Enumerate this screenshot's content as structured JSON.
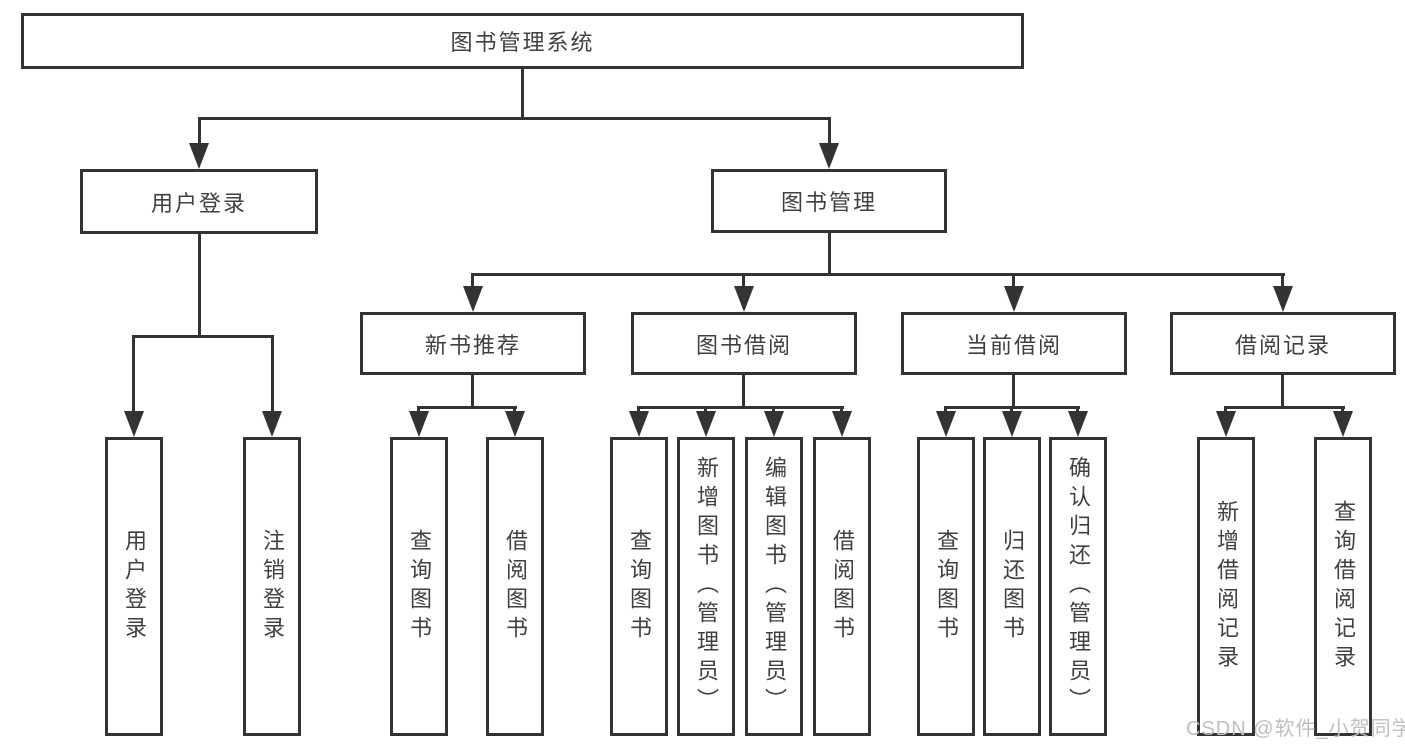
{
  "tree": {
    "root": {
      "label": "图书管理系统"
    },
    "branches": [
      {
        "label": "用户登录",
        "children": [
          {
            "label": "用户登录"
          },
          {
            "label": "注销登录"
          }
        ]
      },
      {
        "label": "图书管理",
        "children": [
          {
            "label": "新书推荐",
            "children": [
              {
                "label": "查询图书"
              },
              {
                "label": "借阅图书"
              }
            ]
          },
          {
            "label": "图书借阅",
            "children": [
              {
                "label": "查询图书"
              },
              {
                "label": "新增图书（管理员）"
              },
              {
                "label": "编辑图书（管理员）"
              },
              {
                "label": "借阅图书"
              }
            ]
          },
          {
            "label": "当前借阅",
            "children": [
              {
                "label": "查询图书"
              },
              {
                "label": "归还图书"
              },
              {
                "label": "确认归还（管理员）"
              }
            ]
          },
          {
            "label": "借阅记录",
            "children": [
              {
                "label": "新增借阅记录"
              },
              {
                "label": "查询借阅记录"
              }
            ]
          }
        ]
      }
    ]
  },
  "watermark": {
    "label": "CSDN @软件_小贺同学"
  },
  "colors": {
    "line": "#333333",
    "text": "#404040",
    "watermark": "#bfbfbf",
    "bg": "#ffffff"
  }
}
